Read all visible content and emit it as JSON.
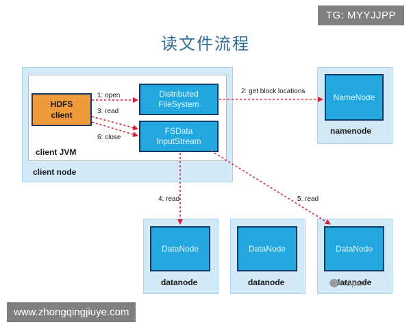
{
  "header": {
    "title": "读文件流程",
    "tg_badge": "TG: MYYJJPP"
  },
  "client_node": {
    "label": "client node",
    "jvm_label": "client JVM",
    "hdfs_client": "HDFS client",
    "distributed_fs": "Distributed FileSystem",
    "fsdata_stream": "FSData InputStream"
  },
  "namenode": {
    "box": "NameNode",
    "label": "namenode"
  },
  "datanodes": [
    {
      "box": "DataNode",
      "label": "datanode"
    },
    {
      "box": "DataNode",
      "label": "datanode"
    },
    {
      "box": "DataNode",
      "label": "datanode"
    }
  ],
  "edges": {
    "open": "1: open",
    "read3": "3: read",
    "close": "6: close",
    "get_block_locations": "2: get block locations",
    "read4": "4: read",
    "read5": "5: read"
  },
  "watermark": "www.zhongqingjiuye.com",
  "wechat_tag": "hcipan",
  "colors": {
    "panel": "#d2eaf7",
    "box_blue": "#22a8df",
    "box_orange": "#f19a3c",
    "border_dark": "#0e3a66",
    "arrow": "#d6203a",
    "title": "#2e6f99"
  }
}
